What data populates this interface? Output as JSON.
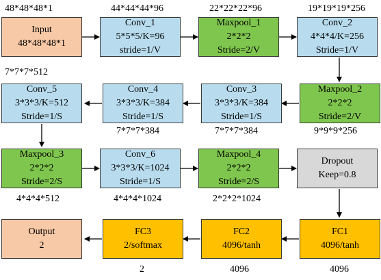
{
  "nodes": {
    "input": {
      "name": "Input",
      "line1": "48*48*48*1",
      "line2": ""
    },
    "conv1": {
      "name": "Conv_1",
      "line1": "5*5*5/K=96",
      "line2": "stride=1/V"
    },
    "maxpool1": {
      "name": "Maxpool_1",
      "line1": "2*2*2",
      "line2": "Stride=2/V"
    },
    "conv2": {
      "name": "Conv_2",
      "line1": "4*4*4/K=256",
      "line2": "Stride=1/V"
    },
    "maxpool2": {
      "name": "Maxpool_2",
      "line1": "2*2*2",
      "line2": "Stride=2/V"
    },
    "conv3": {
      "name": "Conv_3",
      "line1": "3*3*3/K=384",
      "line2": "Stride=1/S"
    },
    "conv4": {
      "name": "Conv_4",
      "line1": "3*3*3/K=384",
      "line2": "Stride=1/S"
    },
    "conv5": {
      "name": "Conv_5",
      "line1": "3*3*3/K=512",
      "line2": "Stride=1/S"
    },
    "maxpool3": {
      "name": "Maxpool_3",
      "line1": "2*2*2",
      "line2": "Stride=2/S"
    },
    "conv6": {
      "name": "Conv_6",
      "line1": "3*3*3/K=1024",
      "line2": "Stride=1/S"
    },
    "maxpool4": {
      "name": "Maxpool_4",
      "line1": "2*2*2",
      "line2": "Stride=2/S"
    },
    "dropout": {
      "name": "Dropout",
      "line1": "Keep=0.8",
      "line2": ""
    },
    "fc1": {
      "name": "FC1",
      "line1": "4096/tanh",
      "line2": ""
    },
    "fc2": {
      "name": "FC2",
      "line1": "4096/tanh",
      "line2": ""
    },
    "fc3": {
      "name": "FC3",
      "line1": "2/softmax",
      "line2": ""
    },
    "output": {
      "name": "Output",
      "line1": "2",
      "line2": ""
    }
  },
  "dims": {
    "input": "48*48*48*1",
    "conv1": "44*44*44*96",
    "maxpool1": "22*22*22*96",
    "conv2": "19*19*19*256",
    "conv5": "7*7*7*512",
    "conv4": "7*7*7*384",
    "conv3": "7*7*7*384",
    "maxpool2": "9*9*9*256",
    "maxpool3": "4*4*4*512",
    "conv6": "4*4*4*1024",
    "maxpool4": "2*2*2*1024",
    "fc3": "2",
    "fc2": "4096",
    "fc1": "4096"
  },
  "colors": {
    "input_output": "#f8c9a6",
    "conv": "#b8dcee",
    "pool": "#7fc64e",
    "dropout": "#d8d8d8",
    "fc": "#ffc000",
    "arrow": "#000000"
  }
}
